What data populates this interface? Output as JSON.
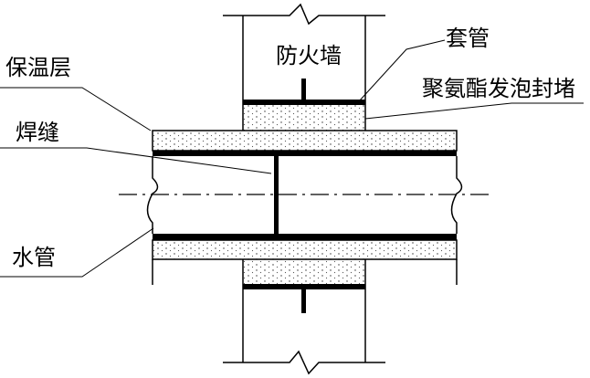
{
  "labels": {
    "fire_wall": "防火墙",
    "sleeve": "套管",
    "insulation": "保温层",
    "foam_seal": "聚氨酯发泡封堵",
    "weld": "焊缝",
    "water_pipe": "水管"
  },
  "colors": {
    "line": "#000000",
    "background": "#ffffff"
  }
}
